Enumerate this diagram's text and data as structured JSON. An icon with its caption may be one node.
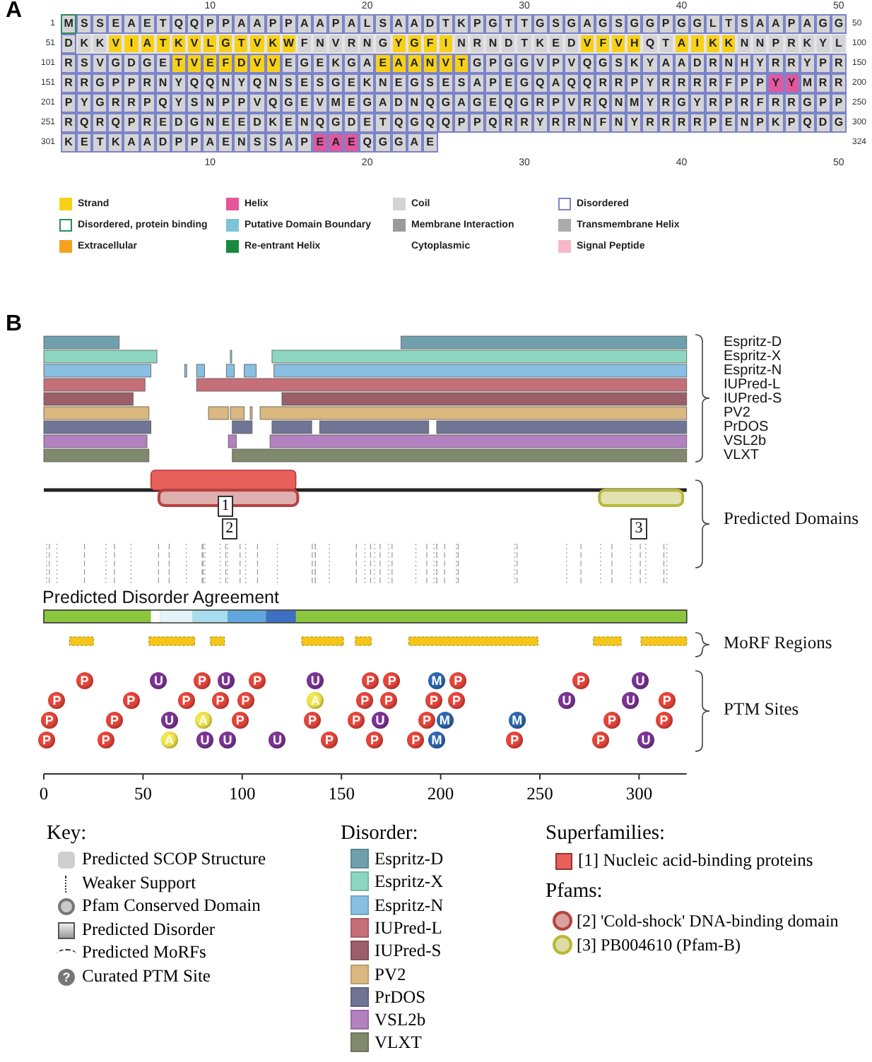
{
  "diagram": {
    "labels": [
      "A",
      "10",
      "20",
      "30",
      "40",
      "50",
      "1",
      "M",
      "S",
      "S",
      "E",
      "A",
      "E",
      "T",
      "Q",
      "Q",
      "P",
      "P",
      "A",
      "A",
      "P",
      "P",
      "A",
      "A",
      "P",
      "A",
      "L",
      "S",
      "A",
      "A",
      "D",
      "T",
      "K",
      "P",
      "G",
      "T",
      "T",
      "G",
      "S",
      "G",
      "A",
      "G",
      "S",
      "G",
      "G",
      "P",
      "G",
      "G",
      "L",
      "T",
      "S",
      "A",
      "A",
      "P",
      "A",
      "G",
      "G",
      "50",
      "51",
      "D",
      "K",
      "K",
      "V",
      "I",
      "A",
      "T",
      "K",
      "V",
      "L",
      "G",
      "T",
      "V",
      "K",
      "W",
      "F",
      "N",
      "V",
      "R",
      "N",
      "G",
      "Y",
      "G",
      "F",
      "I",
      "N",
      "R",
      "N",
      "D",
      "T",
      "K",
      "E",
      "D",
      "V",
      "F",
      "V",
      "H",
      "Q",
      "T",
      "A",
      "I",
      "K",
      "K",
      "N",
      "N",
      "P",
      "R",
      "K",
      "Y",
      "L",
      "100",
      "101",
      "R",
      "S",
      "V",
      "G",
      "D",
      "G",
      "E",
      "T",
      "V",
      "E",
      "F",
      "D",
      "V",
      "V",
      "E",
      "G",
      "E",
      "K",
      "G",
      "A",
      "E",
      "A",
      "A",
      "N",
      "V",
      "T",
      "G",
      "P",
      "G",
      "G",
      "V",
      "P",
      "V",
      "Q",
      "G",
      "S",
      "K",
      "Y",
      "A",
      "A",
      "D",
      "R",
      "N",
      "H",
      "Y",
      "R",
      "R",
      "Y",
      "P",
      "R",
      "150",
      "151",
      "R",
      "R",
      "G",
      "P",
      "P",
      "R",
      "N",
      "Y",
      "Q",
      "Q",
      "N",
      "Y",
      "Q",
      "N",
      "S",
      "E",
      "S",
      "G",
      "E",
      "K",
      "N",
      "E",
      "G",
      "S",
      "E",
      "S",
      "A",
      "P",
      "E",
      "G",
      "Q",
      "A",
      "Q",
      "Q",
      "R",
      "R",
      "P",
      "Y",
      "R",
      "R",
      "R",
      "R",
      "F",
      "P",
      "P",
      "Y",
      "Y",
      "M",
      "R",
      "R",
      "200",
      "201",
      "P",
      "Y",
      "G",
      "R",
      "R",
      "P",
      "Q",
      "Y",
      "S",
      "N",
      "P",
      "P",
      "V",
      "Q",
      "G",
      "E",
      "V",
      "M",
      "E",
      "G",
      "A",
      "D",
      "N",
      "Q",
      "G",
      "A",
      "G",
      "E",
      "Q",
      "G",
      "R",
      "P",
      "V",
      "R",
      "Q",
      "N",
      "M",
      "Y",
      "R",
      "G",
      "Y",
      "R",
      "P",
      "R",
      "F",
      "R",
      "R",
      "G",
      "P",
      "P",
      "250",
      "251",
      "R",
      "Q",
      "R",
      "Q",
      "P",
      "R",
      "E",
      "D",
      "G",
      "N",
      "E",
      "E",
      "D",
      "K",
      "E",
      "N",
      "Q",
      "G",
      "D",
      "E",
      "T",
      "Q",
      "G",
      "Q",
      "Q",
      "P",
      "P",
      "Q",
      "R",
      "R",
      "Y",
      "R",
      "R",
      "N",
      "F",
      "N",
      "Y",
      "R",
      "R",
      "R",
      "R",
      "P",
      "E",
      "N",
      "P",
      "K",
      "P",
      "Q",
      "D",
      "G",
      "300",
      "301",
      "K",
      "E",
      "T",
      "K",
      "A",
      "A",
      "D",
      "P",
      "P",
      "A",
      "E",
      "N",
      "S",
      "S",
      "A",
      "P",
      "E",
      "A",
      "E",
      "Q",
      "G",
      "G",
      "A",
      "E",
      "324",
      "10",
      "20",
      "30",
      "40",
      "50",
      "B",
      "Espritz-D",
      "Espritz-X",
      "Espritz-N",
      "IUPred-L",
      "IUPred-S",
      "PV2",
      "PrDOS",
      "VSL2b",
      "VLXT",
      "1",
      "2",
      "3",
      "Predicted Domains",
      "Predicted Disorder Agreement",
      "MoRF Regions",
      "P",
      "U",
      "P",
      "U",
      "P",
      "U",
      "P",
      "P",
      "M",
      "P",
      "P",
      "U",
      "P",
      "P",
      "P",
      "P",
      "P",
      "A",
      "P",
      "P",
      "P",
      "P",
      "U",
      "U",
      "P",
      "P",
      "P",
      "U",
      "A",
      "P",
      "P",
      "P",
      "U",
      "P",
      "M",
      "M",
      "P",
      "P",
      "P",
      "P",
      "A",
      "U",
      "U",
      "U",
      "P",
      "P",
      "P",
      "M",
      "P",
      "P",
      "U",
      "PTM Sites",
      "0",
      "50",
      "100",
      "150",
      "200",
      "250",
      "300",
      "Key:",
      "Disorder:",
      "Superfamilies:",
      "Pfams:",
      "?"
    ],
    "legend": [
      {
        "text": "Strand",
        "color": "#f7d117"
      },
      {
        "text": "Helix",
        "color": "#e4579d"
      },
      {
        "text": "Coil",
        "color": "#d4d4d6"
      },
      {
        "text": "Disordered"
      },
      {
        "text": "Disordered, protein binding"
      },
      {
        "text": "Putative Domain Boundary",
        "color": "#7dc3d8"
      },
      {
        "text": "Membrane Interaction",
        "color": "#9a9a9a"
      },
      {
        "text": "Transmembrane Helix",
        "color": "#ababab"
      },
      {
        "text": "Extracellular",
        "color": "#f6a11f"
      },
      {
        "text": "Re-entrant Helix",
        "color": "#17893f"
      },
      {
        "text": "Cytoplasmic"
      },
      {
        "text": "Signal Peptide",
        "color": "#f6b9c9"
      },
      {
        "text": "Predicted SCOP Structure"
      },
      {
        "text": "Weaker Support"
      },
      {
        "text": "Pfam Conserved Domain"
      },
      {
        "text": "Predicted Disorder"
      },
      {
        "text": "Predicted MoRFs"
      },
      {
        "text": "Curated PTM Site"
      },
      {
        "text": "Espritz-D",
        "color": "#70a0ad"
      },
      {
        "text": "Espritz-X",
        "color": "#8fd6c0"
      },
      {
        "text": "Espritz-N",
        "color": "#88bfe2"
      },
      {
        "text": "IUPred-L",
        "color": "#c56f79"
      },
      {
        "text": "IUPred-S",
        "color": "#9c5f69"
      },
      {
        "text": "PV2",
        "color": "#dbb87f"
      },
      {
        "text": "PrDOS",
        "color": "#707595"
      },
      {
        "text": "VSL2b",
        "color": "#b381c0"
      },
      {
        "text": "VLXT",
        "color": "#80896d"
      },
      {
        "text": "[1] Nucleic acid-binding proteins",
        "color": "#e8605a"
      },
      {
        "text": "[2] 'Cold-shock' DNA-binding domain"
      },
      {
        "text": "[3] PB004610 (Pfam-B)"
      }
    ]
  }
}
